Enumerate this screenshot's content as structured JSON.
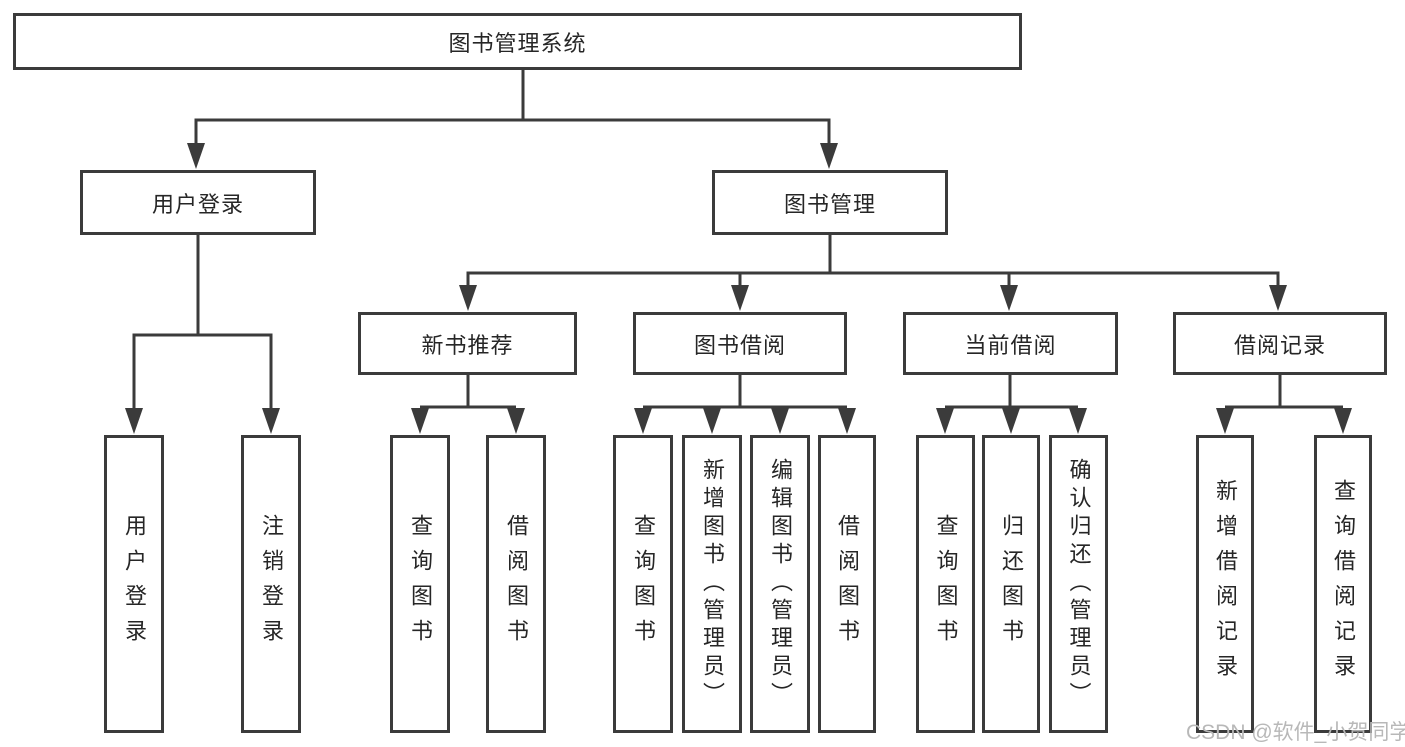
{
  "tree": {
    "root": "图书管理系统",
    "branches": [
      {
        "label": "用户登录",
        "leaves": [
          "用户登录",
          "注销登录"
        ]
      },
      {
        "label": "图书管理",
        "groups": [
          {
            "label": "新书推荐",
            "leaves": [
              "查询图书",
              "借阅图书"
            ]
          },
          {
            "label": "图书借阅",
            "leaves": [
              "查询图书",
              "新增图书（管理员）",
              "编辑图书（管理员）",
              "借阅图书"
            ]
          },
          {
            "label": "当前借阅",
            "leaves": [
              "查询图书",
              "归还图书",
              "确认归还（管理员）"
            ]
          },
          {
            "label": "借阅记录",
            "leaves": [
              "新增借阅记录",
              "查询借阅记录"
            ]
          }
        ]
      }
    ]
  },
  "watermark": "CSDN @软件_小贺同学",
  "colors": {
    "line": "#3b3b3b",
    "text": "#262626",
    "background": "#ffffff",
    "watermark": "#b8b8b8"
  }
}
